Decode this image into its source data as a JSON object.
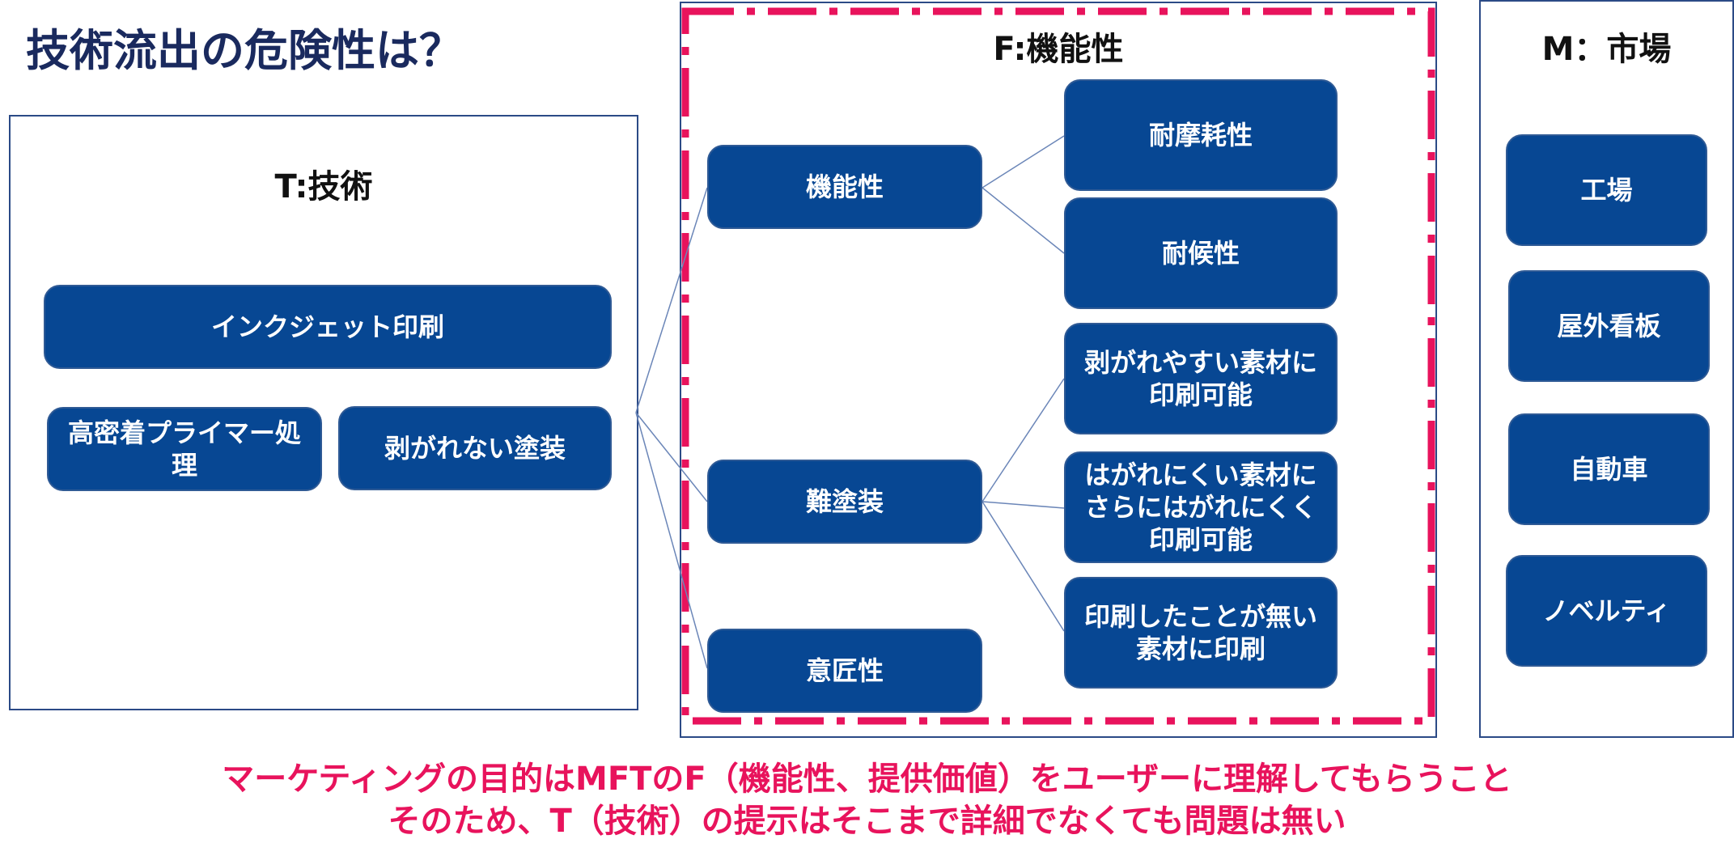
{
  "slide": {
    "title": "技術流出の危険性は？",
    "note_line1": "マーケティングの目的はMFTのF（機能性、提供価値）をユーザーに理解してもらうこと",
    "note_line2": "そのため、T（技術）の提示はそこまで詳細でなくても問題は無い"
  },
  "technology": {
    "title": "T:技術",
    "main": "インクジェット印刷",
    "sub": [
      "高密着プライマー処\n理",
      "剥がれない塗装"
    ]
  },
  "function": {
    "title": "F:機能性",
    "categories": [
      "機能性",
      "難塗装",
      "意匠性"
    ],
    "details": [
      "耐摩耗性",
      "耐候性",
      "剥がれやすい素材に\n印刷可能",
      "はがれにくい素材に\nさらにはがれにくく\n印刷可能",
      "印刷したことが無い\n素材に印刷"
    ]
  },
  "market": {
    "title": "M：市場",
    "items": [
      "工場",
      "屋外看板",
      "自動車",
      "ノベルティ"
    ]
  },
  "colors": {
    "box_fill": "#074793",
    "title_text": "#1a2a5e",
    "highlight": "#e8135c",
    "connector": "#6b86b8"
  }
}
